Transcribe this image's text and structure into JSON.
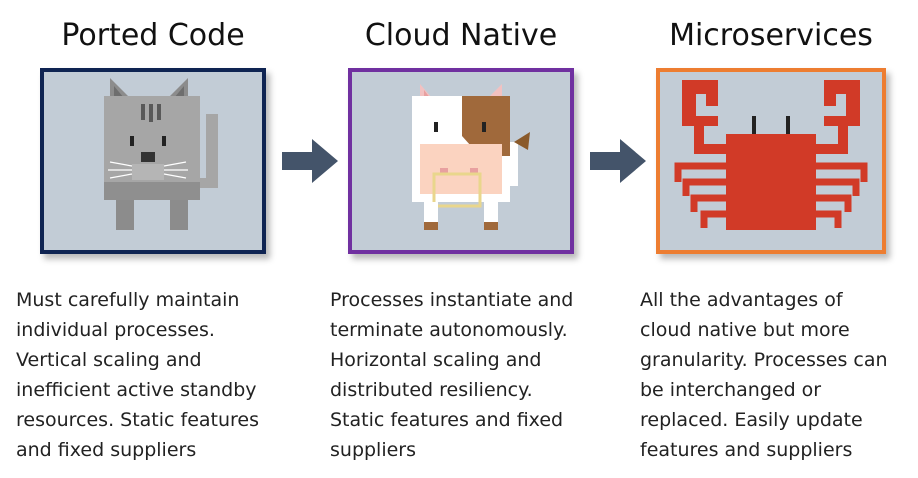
{
  "stages": [
    {
      "title": "Ported Code",
      "icon": "cat-icon",
      "border_color": "#0f2452",
      "description": "Must carefully maintain\nindividual processes.\nVertical scaling and\ninefficient active standby\nresources. Static features\nand fixed suppliers"
    },
    {
      "title": "Cloud Native",
      "icon": "cow-icon",
      "border_color": "#7030a0",
      "description": "Processes instantiate and\nterminate  autonomously.\nHorizontal scaling and\ndistributed resiliency.\nStatic features and fixed\nsuppliers"
    },
    {
      "title": "Microservices",
      "icon": "crab-icon",
      "border_color": "#ed7d31",
      "description": "All the advantages of\ncloud native but more\ngranularity. Processes can\nbe interchanged or\nreplaced. Easily update\nfeatures and suppliers"
    }
  ],
  "colors": {
    "panel_background": "#c2ccd6",
    "arrow": "#44546a",
    "crab": "#d13a27",
    "cat": "#a6a6a6",
    "cow_patch": "#a0693b"
  },
  "arrow_icon": "right-arrow-icon"
}
